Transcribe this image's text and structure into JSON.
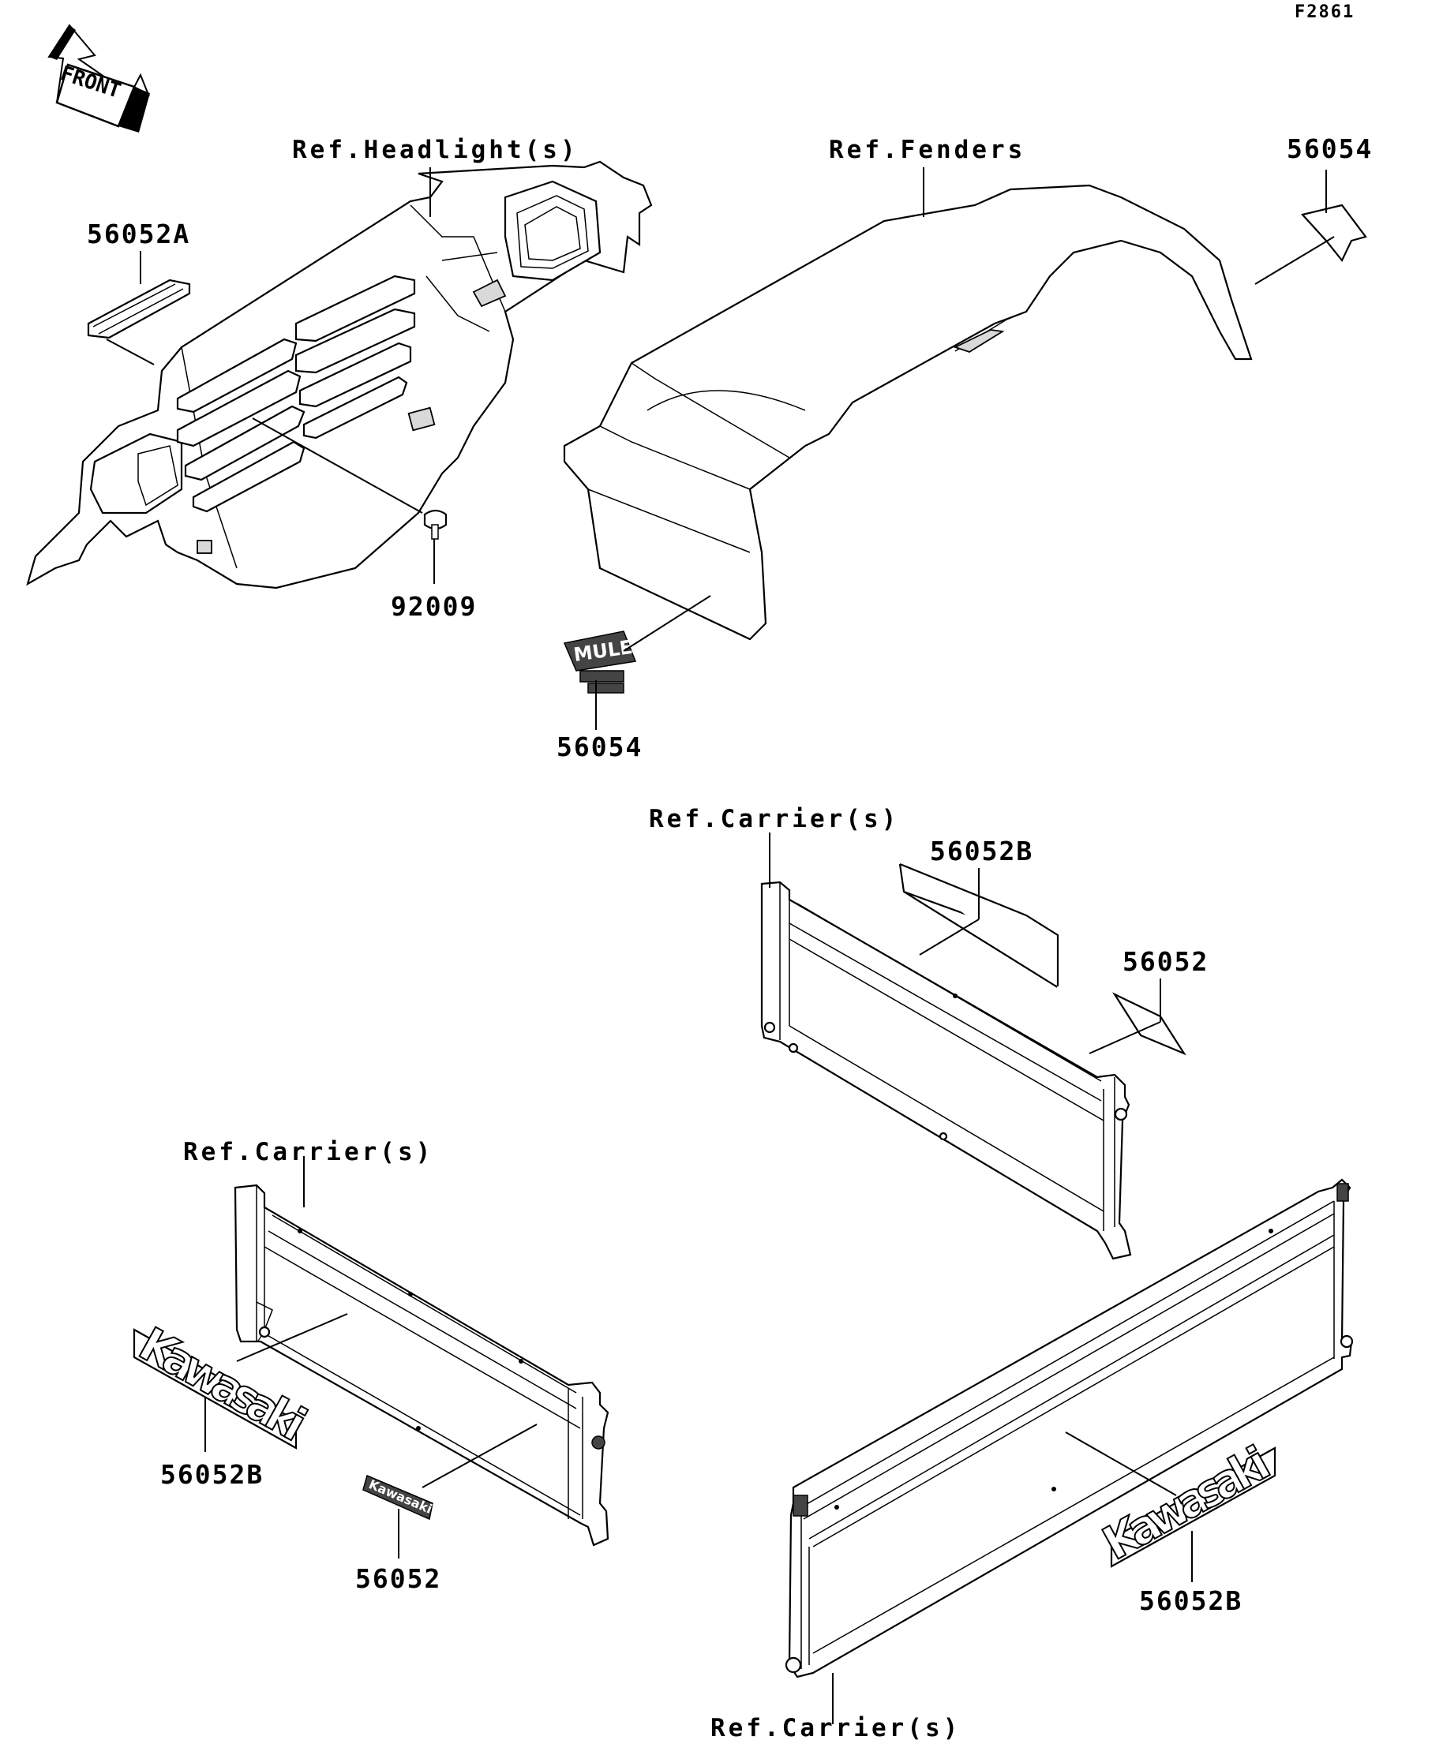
{
  "figure_id": "F2861",
  "front_arrow_label": "FRONT",
  "callouts": {
    "headlight_ref": "Ref.Headlight(s)",
    "fenders_ref": "Ref.Fenders",
    "carrier_ref_top": "Ref.Carrier(s)",
    "carrier_ref_left": "Ref.Carrier(s)",
    "carrier_ref_bottom": "Ref.Carrier(s)",
    "part_56052A": "56052A",
    "part_92009": "92009",
    "part_56054_top": "56054",
    "part_56054_bottom": "56054",
    "part_56052B_top": "56052B",
    "part_56052_right": "56052",
    "part_56052B_left": "56052B",
    "part_56052_left": "56052",
    "part_56052B_right": "56052B"
  },
  "decals": {
    "brand_large_left": "Kawasaki",
    "brand_large_right": "Kawasaki",
    "brand_small": "Kawasaki",
    "mule_logo": "MULE"
  }
}
